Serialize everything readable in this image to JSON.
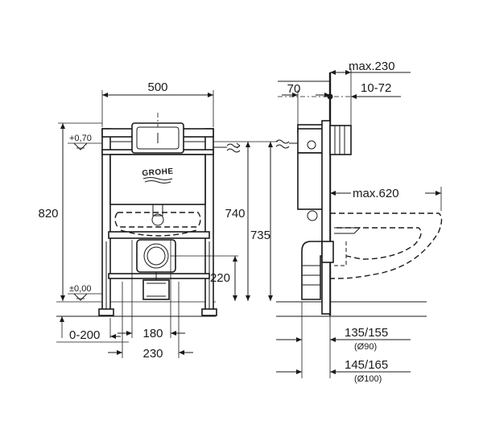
{
  "brand": {
    "logo_text": "GROHE"
  },
  "front_view": {
    "width_label": "500",
    "height_label": "820",
    "level_top_label": "+0,70",
    "level_bottom_label": "±0,00",
    "button_height_label": "740",
    "tank_height_label": "735",
    "drain_height_label": "220",
    "adjust_label": "0-200",
    "spacing_inner_label": "180",
    "spacing_outer_label": "230"
  },
  "side_view": {
    "max_depth_label": "max.230",
    "offset_label": "70",
    "range_label": "10-72",
    "projection_label": "max.620",
    "pipe90_label": "135/155",
    "pipe90_diameter_label": "(Ø90)",
    "pipe100_label": "145/165",
    "pipe100_diameter_label": "(Ø100)"
  }
}
